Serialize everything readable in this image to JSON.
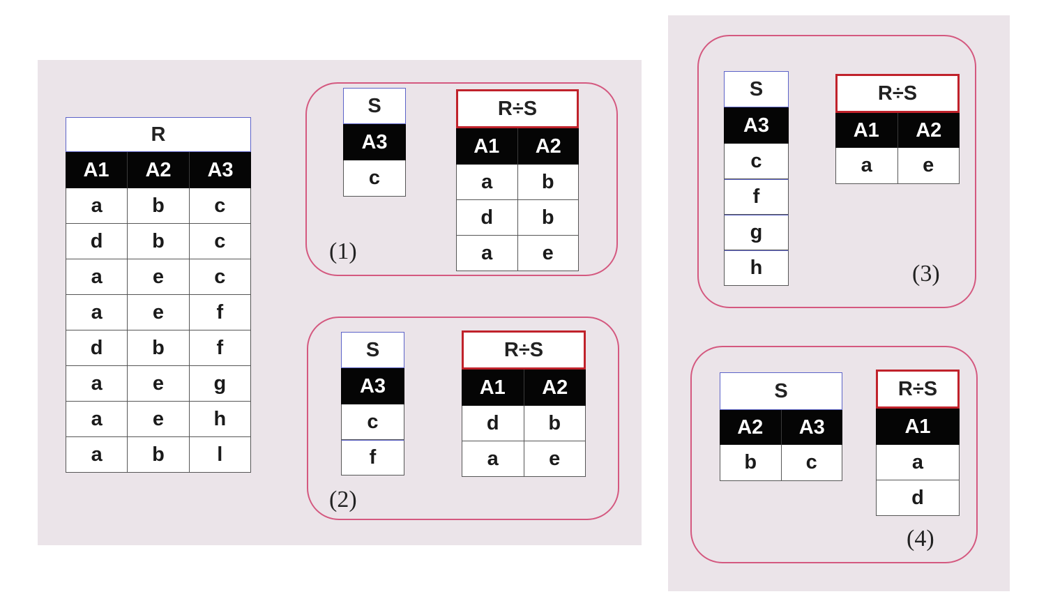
{
  "table_R": {
    "title": "R",
    "headers": [
      "A1",
      "A2",
      "A3"
    ],
    "rows": [
      [
        "a",
        "b",
        "c"
      ],
      [
        "d",
        "b",
        "c"
      ],
      [
        "a",
        "e",
        "c"
      ],
      [
        "a",
        "e",
        "f"
      ],
      [
        "d",
        "b",
        "f"
      ],
      [
        "a",
        "e",
        "g"
      ],
      [
        "a",
        "e",
        "h"
      ],
      [
        "a",
        "b",
        "l"
      ]
    ]
  },
  "examples": [
    {
      "label": "(1)",
      "S": {
        "title": "S",
        "headers": [
          "A3"
        ],
        "rows": [
          [
            "c"
          ]
        ]
      },
      "result": {
        "title": "R÷S",
        "headers": [
          "A1",
          "A2"
        ],
        "rows": [
          [
            "a",
            "b"
          ],
          [
            "d",
            "b"
          ],
          [
            "a",
            "e"
          ]
        ]
      }
    },
    {
      "label": "(2)",
      "S": {
        "title": "S",
        "headers": [
          "A3"
        ],
        "rows": [
          [
            "c"
          ],
          [
            "f"
          ]
        ]
      },
      "result": {
        "title": "R÷S",
        "headers": [
          "A1",
          "A2"
        ],
        "rows": [
          [
            "d",
            "b"
          ],
          [
            "a",
            "e"
          ]
        ]
      }
    },
    {
      "label": "(3)",
      "S": {
        "title": "S",
        "headers": [
          "A3"
        ],
        "rows": [
          [
            "c"
          ],
          [
            "f"
          ],
          [
            "g"
          ],
          [
            "h"
          ]
        ]
      },
      "result": {
        "title": "R÷S",
        "headers": [
          "A1",
          "A2"
        ],
        "rows": [
          [
            "a",
            "e"
          ]
        ]
      }
    },
    {
      "label": "(4)",
      "S": {
        "title": "S",
        "headers": [
          "A2",
          "A3"
        ],
        "rows": [
          [
            "b",
            "c"
          ]
        ]
      },
      "result": {
        "title": "R÷S",
        "headers": [
          "A1"
        ],
        "rows": [
          [
            "a"
          ],
          [
            "d"
          ]
        ]
      }
    }
  ],
  "colors": {
    "panel_background": "#ebe4e9",
    "group_border": "#d4587f",
    "result_title_border": "#c0222b",
    "header_background": "#050505",
    "title_border": "#5b62c8"
  }
}
